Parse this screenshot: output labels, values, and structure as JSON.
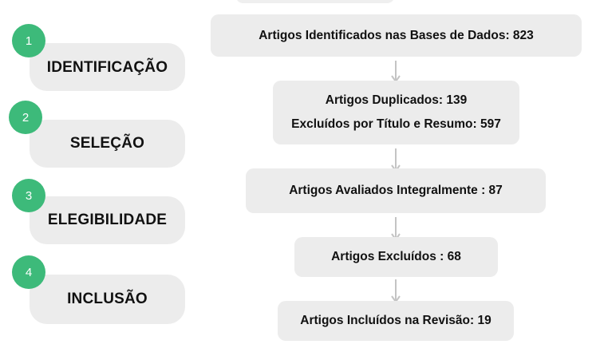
{
  "colors": {
    "accent": "#3dba7a",
    "box_fill": "#ececec",
    "arrow": "#c4c4c4",
    "text": "#111111"
  },
  "stages": [
    {
      "number": "1",
      "label": "IDENTIFICAÇÃO"
    },
    {
      "number": "2",
      "label": "SELEÇÃO"
    },
    {
      "number": "3",
      "label": "ELEGIBILIDADE"
    },
    {
      "number": "4",
      "label": "INCLUSÃO"
    }
  ],
  "flow": {
    "identified": "Artigos Identificados nas Bases de Dados: 823",
    "duplicates": "Artigos Duplicados: 139",
    "excluded_title_abstract": "Excluídos por Título e Resumo: 597",
    "full_text_assessed": "Artigos Avaliados Integralmente : 87",
    "excluded": "Artigos Excluídos : 68",
    "included": "Artigos Incluídos na Revisão: 19"
  }
}
